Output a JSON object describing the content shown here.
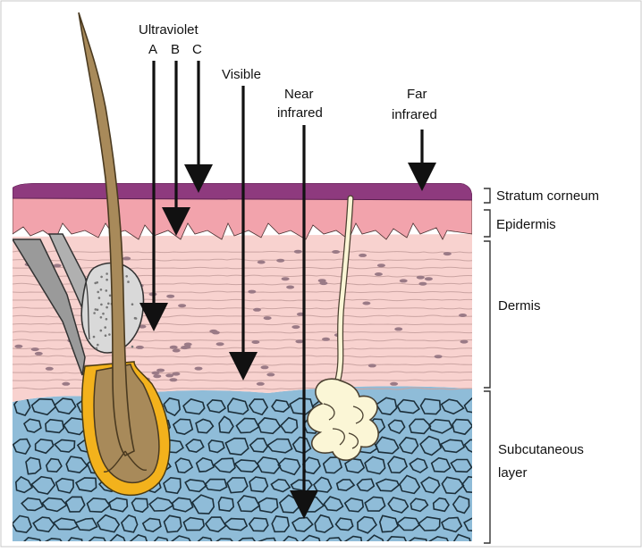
{
  "radiation": {
    "uv_title": "Ultraviolet",
    "uva": "A",
    "uvb": "B",
    "uvc": "C",
    "visible": "Visible",
    "near_line1": "Near",
    "near_line2": "infrared",
    "far_line1": "Far",
    "far_line2": "infrared"
  },
  "layers": {
    "stratum_corneum": "Stratum corneum",
    "epidermis": "Epidermis",
    "dermis": "Dermis",
    "subcutaneous_line1": "Subcutaneous",
    "subcutaneous_line2": "layer"
  },
  "colors": {
    "stratum_corneum": "#8e3a7e",
    "epidermis": "#f2a3ac",
    "dermis": "#f8d2cf",
    "subcutaneous": "#8fbcd8",
    "hair": "#a88a5a",
    "follicle_bulb": "#f3b21c",
    "sweat_gland": "#fbf6d6"
  }
}
